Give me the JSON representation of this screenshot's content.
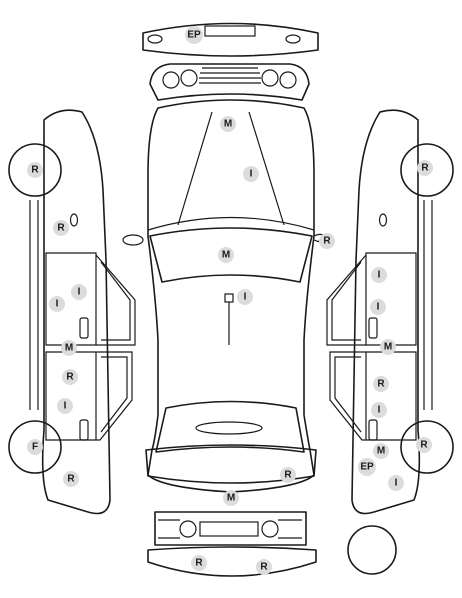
{
  "diagram": {
    "colors": {
      "line": "#1a1a1a",
      "badge_fill": "#dcdcdc",
      "background": "#ffffff"
    },
    "markers": [
      {
        "id": "ep-rear-bumper",
        "code": "EP"
      },
      {
        "id": "m-hood",
        "code": "M"
      },
      {
        "id": "i-hood",
        "code": "I"
      },
      {
        "id": "m-windshield",
        "code": "M"
      },
      {
        "id": "r-right-mirror",
        "code": "R"
      },
      {
        "id": "i-roof",
        "code": "I"
      },
      {
        "id": "r-trunk",
        "code": "R"
      },
      {
        "id": "m-trunk",
        "code": "M"
      },
      {
        "id": "r-front-bumper-left",
        "code": "R"
      },
      {
        "id": "r-front-bumper-right",
        "code": "R"
      },
      {
        "id": "r-left-rear-wheel",
        "code": "R"
      },
      {
        "id": "r-left-quarter",
        "code": "R"
      },
      {
        "id": "i-left-rear-door-a",
        "code": "I"
      },
      {
        "id": "i-left-rear-door-b",
        "code": "I"
      },
      {
        "id": "m-left-pillar",
        "code": "M"
      },
      {
        "id": "r-left-front-door",
        "code": "R"
      },
      {
        "id": "i-left-front-door",
        "code": "I"
      },
      {
        "id": "f-left-front-wheel",
        "code": "F"
      },
      {
        "id": "r-left-fender",
        "code": "R"
      },
      {
        "id": "r-right-rear-wheel",
        "code": "R"
      },
      {
        "id": "i-right-rear-door-a",
        "code": "I"
      },
      {
        "id": "i-right-rear-door-b",
        "code": "I"
      },
      {
        "id": "m-right-pillar",
        "code": "M"
      },
      {
        "id": "r-right-front-door",
        "code": "R"
      },
      {
        "id": "i-right-front-door",
        "code": "I"
      },
      {
        "id": "m-right-lower",
        "code": "M"
      },
      {
        "id": "ep-right-fender",
        "code": "EP"
      },
      {
        "id": "r-right-front-wheel",
        "code": "R"
      },
      {
        "id": "i-right-fender",
        "code": "I"
      }
    ]
  }
}
